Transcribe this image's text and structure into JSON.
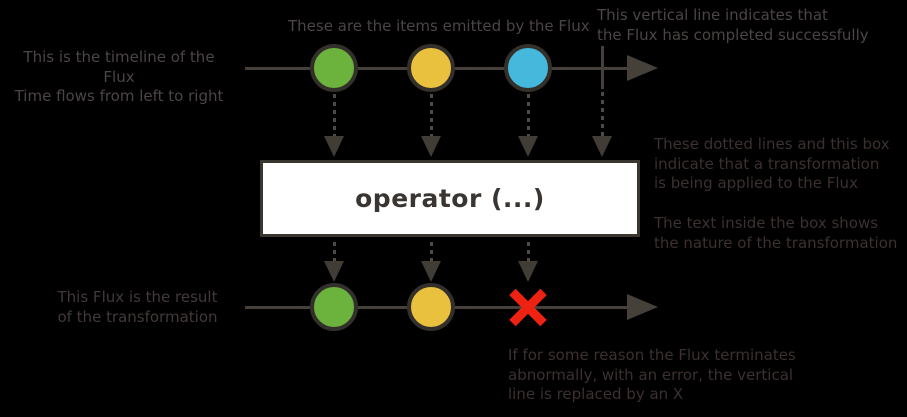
{
  "colors": {
    "background": "#000000",
    "timeline_line": "#46403a",
    "dotted_line": "#4f4a45",
    "dotted_arrowhead": "#413c36",
    "annotation_text": "#4c4545",
    "annotation_text_dim": "#3c3030",
    "item_border": "#33302b",
    "item_green": "#6cb33e",
    "item_yellow": "#e9c13e",
    "item_blue": "#45b8db",
    "error_x": "#ee2211",
    "operator_box_fill": "#ffffff",
    "operator_box_border": "#3a3630",
    "operator_text": "#3a3531"
  },
  "annotations": {
    "timeline_hint": {
      "lines": [
        "This is the timeline of the Flux",
        "Time flows from left to right"
      ]
    },
    "items_hint": {
      "lines": [
        "These are the items emitted by the Flux"
      ]
    },
    "complete_hint": {
      "lines": [
        "This vertical line indicates that",
        "the Flux has completed successfully"
      ]
    },
    "transform_hint": {
      "lines": [
        "These dotted lines and this box",
        "indicate that a transformation",
        "is being applied to the Flux"
      ]
    },
    "box_text_hint": {
      "lines": [
        "The text inside the box shows",
        "the nature of the transformation"
      ]
    },
    "result_hint": {
      "lines": [
        "This Flux is the result",
        "of the transformation"
      ]
    },
    "error_hint": {
      "lines": [
        "If for some reason the Flux terminates",
        "abnormally, with an error, the vertical",
        "line is replaced by an X"
      ]
    }
  },
  "operator_box": {
    "label": "operator (...)"
  },
  "source_stream": {
    "items": [
      {
        "name": "emitted-item-1",
        "color": "#6cb33e"
      },
      {
        "name": "emitted-item-2",
        "color": "#e9c13e"
      },
      {
        "name": "emitted-item-3",
        "color": "#45b8db"
      }
    ],
    "terminal": "complete"
  },
  "result_stream": {
    "items": [
      {
        "name": "result-item-1",
        "color": "#6cb33e"
      },
      {
        "name": "result-item-2",
        "color": "#e9c13e"
      }
    ],
    "terminal": "error"
  }
}
